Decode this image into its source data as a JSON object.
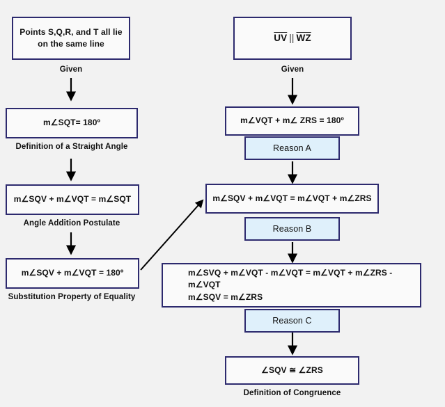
{
  "diagram": {
    "title": "Two-column geometric proof flowchart",
    "background_color": "#f2f2f2",
    "box_border_color": "#2d2a6e",
    "box_fill_color": "#fafafa",
    "reason_fill_color": "#dff0fb",
    "text_color": "#111111"
  },
  "left_column": {
    "box1": {
      "line1": "Points S,Q,R, and T all lie",
      "line2": "on the same line",
      "caption": "Given"
    },
    "box2": {
      "text": "m∠SQT= 180º",
      "caption": "Definition of a Straight Angle"
    },
    "box3": {
      "text": "m∠SQV + m∠VQT = m∠SQT",
      "caption": "Angle Addition Postulate"
    },
    "box4": {
      "text": "m∠SQV + m∠VQT = 180º",
      "caption": "Substitution Property of Equality"
    }
  },
  "right_column": {
    "box1": {
      "segment1": "UV",
      "parallel_symbol": "||",
      "segment2": "WZ",
      "caption": "Given"
    },
    "box2": {
      "text": "m∠VQT + m∠ ZRS = 180º"
    },
    "reasonA": {
      "text": "Reason A"
    },
    "box3": {
      "text": "m∠SQV + m∠VQT = m∠VQT + m∠ZRS"
    },
    "reasonB": {
      "text": "Reason B"
    },
    "box4": {
      "line1": "m∠SVQ + m∠VQT - m∠VQT = m∠VQT + m∠ZRS - m∠VQT",
      "line2": "m∠SQV = m∠ZRS"
    },
    "reasonC": {
      "text": "Reason C"
    },
    "box5": {
      "text": "∠SQV ≅ ∠ZRS",
      "caption": "Definition of Congruence"
    }
  },
  "connectors": {
    "arrow_color": "#000000",
    "names": [
      "left-given-to-straight-angle",
      "left-straight-angle-to-angle-addition",
      "left-angle-addition-to-substitution",
      "right-given-to-supplementary",
      "right-reasonA-to-equation",
      "right-reasonB-to-subtraction",
      "right-reasonC-to-congruence",
      "diagonal-substitution-to-equation"
    ]
  }
}
